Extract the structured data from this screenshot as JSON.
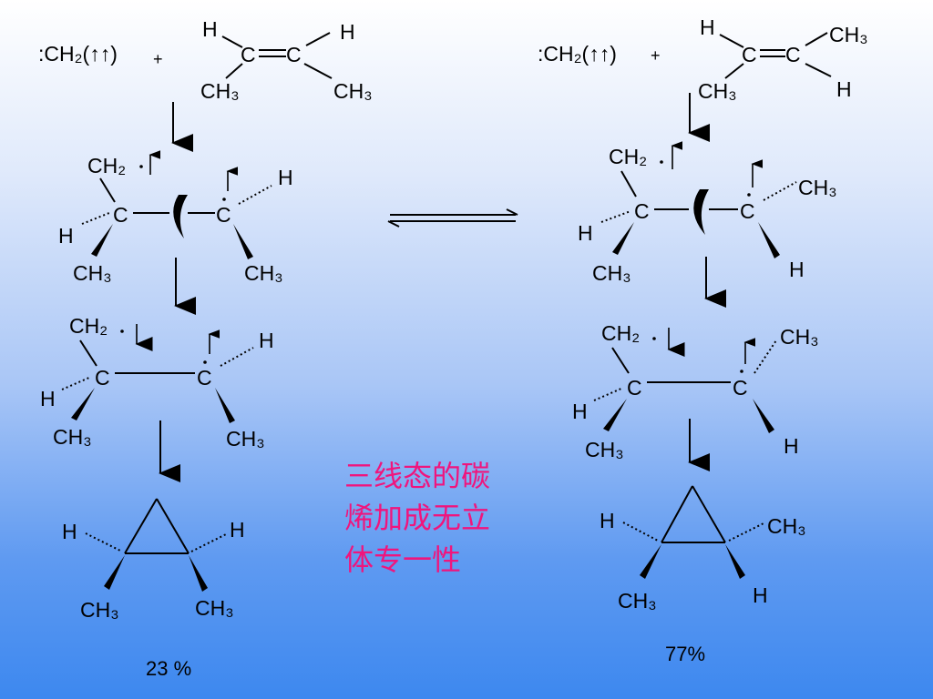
{
  "left_path": {
    "reactants": {
      "carbene": ":CH₂(↑↑)",
      "plus": "+",
      "alkene": {
        "top_left": "H",
        "top_right": "H",
        "bottom_left": "CH₃",
        "bottom_right": "CH₃",
        "c1": "C",
        "c2": "C",
        "isomer": "cis-2-butene"
      }
    },
    "intermediate1": {
      "ch2": "CH₂",
      "c1": "C",
      "c2": "C",
      "h_left": "H",
      "h_right": "H",
      "me_left": "CH₃",
      "me_right": "CH₃",
      "spin_ch2": "↑",
      "spin_c2": "↑"
    },
    "intermediate2": {
      "ch2": "CH₂",
      "c1": "C",
      "c2": "C",
      "h_left": "H",
      "h_right": "H",
      "me_left": "CH₃",
      "me_right": "CH₃",
      "spin_ch2": "↓",
      "spin_c2": "↑"
    },
    "product": {
      "h_left": "H",
      "h_right": "H",
      "me_left": "CH₃",
      "me_right": "CH₃",
      "isomer": "cis-1,2-dimethylcyclopropane"
    },
    "yield": "23 %"
  },
  "right_path": {
    "reactants": {
      "carbene": ":CH₂(↑↑)",
      "plus": "+",
      "alkene": {
        "top_left": "H",
        "top_right": "CH₃",
        "bottom_left": "CH₃",
        "bottom_right": "H",
        "c1": "C",
        "c2": "C",
        "isomer": "trans-2-butene"
      }
    },
    "intermediate1": {
      "ch2": "CH₂",
      "c1": "C",
      "c2": "C",
      "h_left": "H",
      "me_right": "CH₃",
      "me_left": "CH₃",
      "h_right": "H",
      "spin_ch2": "↑",
      "spin_c2": "↑"
    },
    "intermediate2": {
      "ch2": "CH₂",
      "c1": "C",
      "c2": "C",
      "h_left": "H",
      "me_right": "CH₃",
      "me_left": "CH₃",
      "h_right": "H",
      "spin_ch2": "↓",
      "spin_c2": "↑"
    },
    "product": {
      "h_left": "H",
      "me_right": "CH₃",
      "me_left": "CH₃",
      "h_right": "H",
      "isomer": "trans-1,2-dimethylcyclopropane"
    },
    "yield": "77%"
  },
  "equilibrium": "⇌",
  "note": [
    "三线态的碳",
    "烯加成无立",
    "体专一性"
  ],
  "colors": {
    "note": "#f0157d",
    "ink": "#000000"
  }
}
